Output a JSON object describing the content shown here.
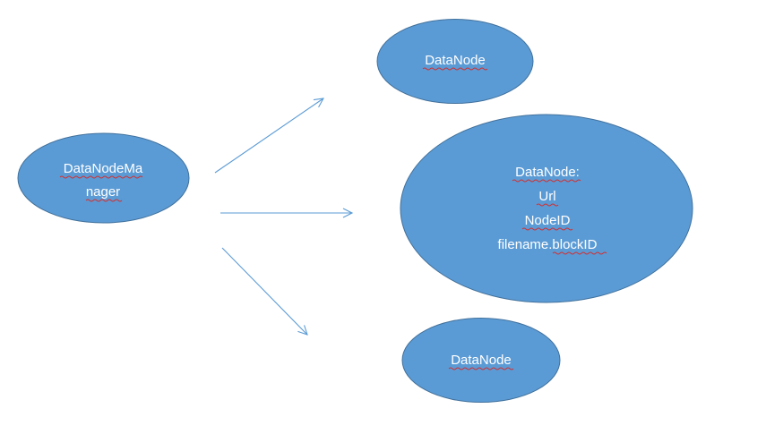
{
  "colors": {
    "node_fill": "#5b9bd5",
    "node_stroke": "#41719c",
    "node_text": "#ffffff",
    "arrow": "#5b9bd5",
    "spellcheck_underline": "#d32f2f"
  },
  "manager": {
    "line1": "DataNodeMa",
    "line2": "nager"
  },
  "datanode_top": {
    "label": "DataNode"
  },
  "datanode_detail": {
    "line1": "DataNode:",
    "line2": "Url",
    "line3": "NodeID",
    "line4": "filename.blockID"
  },
  "datanode_bottom": {
    "label": "DataNode"
  }
}
